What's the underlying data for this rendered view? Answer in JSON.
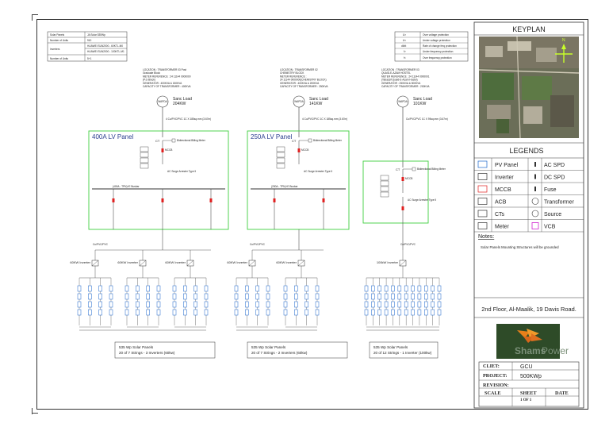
{
  "spec_table": {
    "rows": [
      {
        "label": "Solar Panels",
        "value": "JA Solar 535Wp"
      },
      {
        "label": "Number of Units",
        "value": "910"
      },
      {
        "label": "Inverters",
        "value": "HUAWEI SUN2000 - 60KTL-M0"
      },
      {
        "label": "",
        "value": "HUAWEI SUN2000 - 100KTL-M1"
      },
      {
        "label": "Number of Units",
        "value": "5+1"
      }
    ]
  },
  "protection_legend": [
    {
      "code": "U>",
      "text": "Over voltage protection"
    },
    {
      "code": "U<",
      "text": "Under voltage protection"
    },
    {
      "code": "df/dt",
      "text": "Rate of change freq protection"
    },
    {
      "code": "f>",
      "text": "Under frequency protection"
    },
    {
      "code": "f<",
      "text": "Over frequency protection"
    }
  ],
  "transformers": [
    {
      "location": [
        "LOCATION : TRANSFORMER 03 Post",
        "Graduate Block",
        "METER REFERENCE : 24 11144 0000000",
        "(P.G Block)",
        "GENERATOR : 400KVA & 150KVA",
        "CAPACITY OF TRANSFORMER : 400KVA"
      ],
      "load_label": "Sanc Load",
      "load_value": "204KW",
      "feeder": "4 Cu/PVC/PVC 1C X 185sq.mm (3.67m)",
      "panel": "400A LV Panel",
      "busbar": "(400A - TPN)+E Busbar",
      "inverters": [
        "60KW Inverter",
        "60KW Inverter",
        "60KW Inverter"
      ],
      "summary": [
        "535 Wp Solar Panels",
        "20 of 7 Strings - 3 Inverters (60kw)"
      ]
    },
    {
      "location": [
        "LOCATION : TRANSFORMER 02",
        "CHEMISTRY BLOCK",
        "METER REFERENCE :",
        "24 11144 0000000(CHEMISTRY BLOCK)",
        "GENERATOR : 400KVA & 200KVA",
        "CAPACITY OF TRANSFORMER : 250KVA"
      ],
      "load_label": "Sanc Load",
      "load_value": "141KW",
      "feeder": "4 Cu/PVC/PVC 1C X 185sq.mm (3.67m)",
      "panel": "250A LV Panel",
      "busbar": "(250A - TPN)+E Busbar",
      "inverters": [
        "60KW Inverter",
        "60KW Inverter"
      ],
      "summary": [
        "535 Wp Solar Panels",
        "20 of 7 Strings - 2 Inverters (60kw)"
      ]
    },
    {
      "location": [
        "LOCATION : TRANSFORMER 03",
        "QUAID-E-AZAM HOSTEL",
        "METER REFERENCE : 24 11144 0000001",
        "(Tabassif Quaid-E-Azam Hostel)",
        "GENERATOR : 250KVA & 500KVA",
        "CAPACITY OF TRANSFORMER : 200KVA"
      ],
      "load_label": "Sanc Load",
      "load_value": "101KW",
      "feeder": "Cu/PVC/PVC 1C X 95sq.mm (3.67m)",
      "panel": "",
      "busbar": "",
      "inverters": [
        "100kW Inverter"
      ],
      "summary": [
        "535 Wp Solar Panels",
        "20 of 12 Strings - 1 Inverter (100kw)"
      ]
    }
  ],
  "side": {
    "keyplan_title": "KEYPLAN",
    "legends_title": "LEGENDS",
    "legend_items": [
      {
        "left": "PV Panel",
        "right": "AC SPD"
      },
      {
        "left": "Inverter",
        "right": "DC SPD"
      },
      {
        "left": "MCCB",
        "right": "Fuse"
      },
      {
        "left": "ACB",
        "right": "Transformer"
      },
      {
        "left": "CTs",
        "right": "Source"
      },
      {
        "left": "Meter",
        "right": "VCB"
      }
    ],
    "notes_title": "Notes:",
    "notes_text": "Solar Panels Mounting Structures will be grounded",
    "address": "2nd Floor, Al-Maalik, 19 Davis Road.",
    "logo_text_a": "Shams",
    "logo_text_b": "Power"
  },
  "title_block": {
    "client_label": "CLIET:",
    "client_value": "GCU",
    "project_label": "PROJECT:",
    "project_value": "500KWp",
    "revision_label": "REVISION:",
    "scale_label": "SCALE",
    "sheet_label": "SHEET",
    "sheet_value": "1 OF 1",
    "date_label": "DATE"
  },
  "colors": {
    "panel_green": "#3ecf3e",
    "accent_red": "#e02020",
    "title_blue": "#2b3f8f",
    "meter_magenta": "#d020d0"
  }
}
